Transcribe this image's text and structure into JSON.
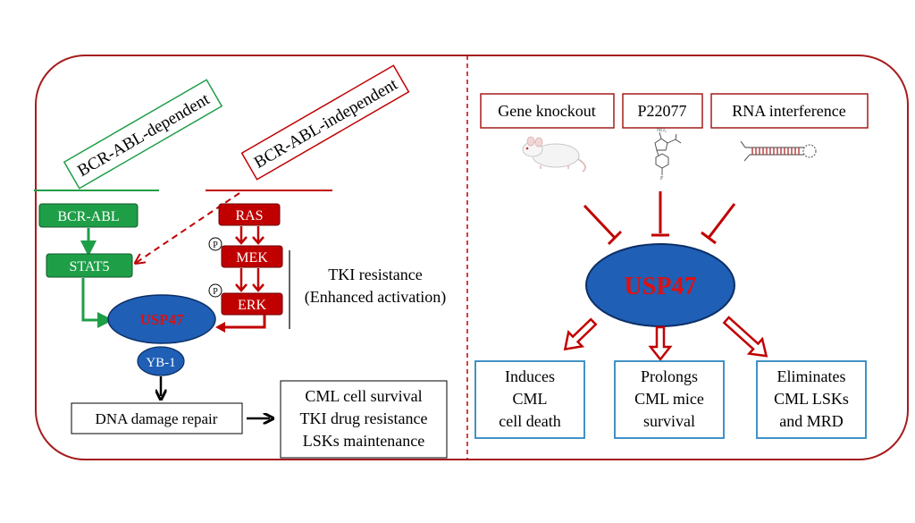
{
  "left_panel": {
    "dependent_label": "BCR-ABL-dependent",
    "independent_label": "BCR-ABL-independent",
    "bcr_abl": "BCR-ABL",
    "stat5": "STAT5",
    "ras": "RAS",
    "mek": "MEK",
    "erk": "ERK",
    "phospho_mark": "P",
    "tki_resistance_line1": "TKI resistance",
    "tki_resistance_line2": "(Enhanced activation)",
    "usp47": "USP47",
    "yb1": "YB-1",
    "dna_repair": "DNA damage repair",
    "outcomes": [
      "CML cell survival",
      "TKI drug resistance",
      "LSKs maintenance"
    ]
  },
  "right_panel": {
    "interventions": [
      "Gene knockout",
      "P22077",
      "RNA interference"
    ],
    "usp47": "USP47",
    "effects": [
      [
        "Induces",
        "CML",
        "cell death"
      ],
      [
        "Prolongs",
        "CML mice",
        "survival"
      ],
      [
        "Eliminates",
        "CML LSKs",
        "and MRD"
      ]
    ]
  },
  "icons": [
    "mouse-icon",
    "chemical-structure-icon",
    "shrna-hairpin-icon"
  ],
  "colors": {
    "frame": "#a61c1c",
    "dependent": "#1f9e48",
    "independent": "#c00000",
    "usp47_fill": "#1f5fb5",
    "usp47_text": "#e01010",
    "effect_box": "#2e86c1"
  }
}
